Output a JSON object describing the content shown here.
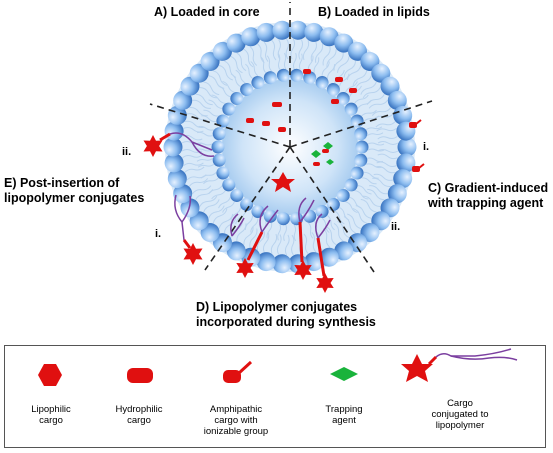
{
  "sections": {
    "a": "A) Loaded in core",
    "b": "B) Loaded in lipids",
    "c_line1": "C) Gradient-induced",
    "c_line2": "with trapping agent",
    "d_line1": "D) Lipopolymer conjugates",
    "d_line2": "incorporated during synthesis",
    "e_line1": "E) Post-insertion of",
    "e_line2": "lipopolymer conjugates"
  },
  "roman": {
    "c_i": "i.",
    "c_ii": "ii.",
    "e_i": "i.",
    "e_ii": "ii."
  },
  "legend": {
    "lipophilic_1": "Lipophilic",
    "lipophilic_2": "cargo",
    "hydrophilic_1": "Hydrophilic",
    "hydrophilic_2": "cargo",
    "amphipathic_1": "Amphipathic",
    "amphipathic_2": "cargo with",
    "amphipathic_3": "ionizable group",
    "trapping_1": "Trapping",
    "trapping_2": "agent",
    "conjugate_1": "Cargo",
    "conjugate_2": "conjugated to",
    "conjugate_3": "lipopolymer"
  },
  "colors": {
    "cargo_red": "#e01010",
    "trapping_green": "#19b33b",
    "polymer_purple": "#7b3fa0",
    "lipid_blue": "#5f9ee0"
  },
  "icons": [
    "hexagon-icon",
    "capsule-icon",
    "amphipathic-icon",
    "diamond-icon",
    "star-conjugate-icon"
  ]
}
